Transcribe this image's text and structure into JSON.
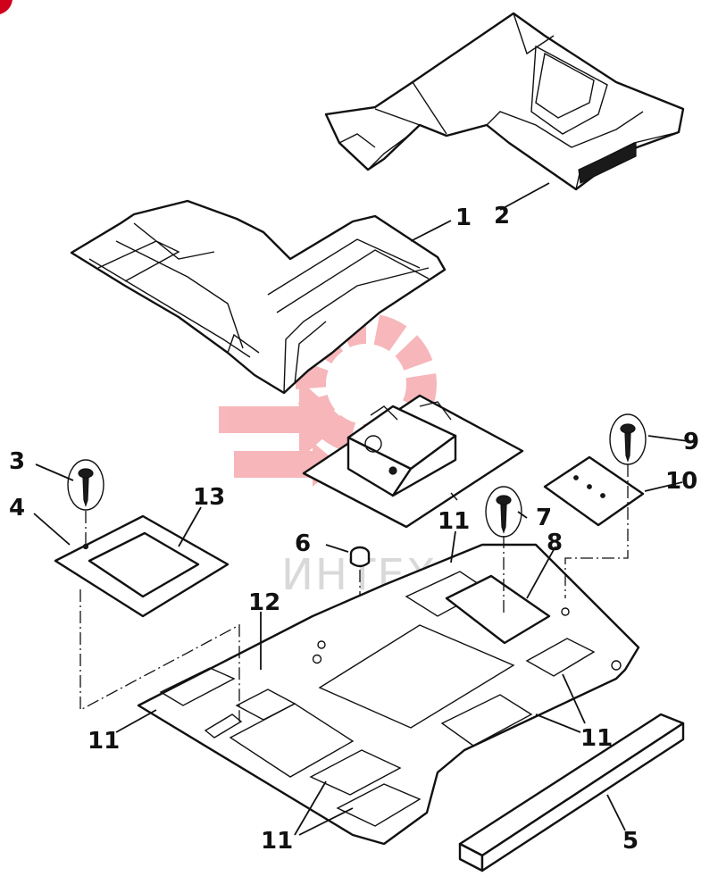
{
  "watermark": "ИНТЕХ",
  "colors": {
    "ink": "#111111",
    "watermark": "#e8323c",
    "paper": "#ffffff"
  },
  "callouts": {
    "c1": "1",
    "c2": "2",
    "c3": "3",
    "c4": "4",
    "c5": "5",
    "c6": "6",
    "c7": "7",
    "c8": "8",
    "c9": "9",
    "c10": "10",
    "c11": "11",
    "c12": "12",
    "c13": "13"
  }
}
